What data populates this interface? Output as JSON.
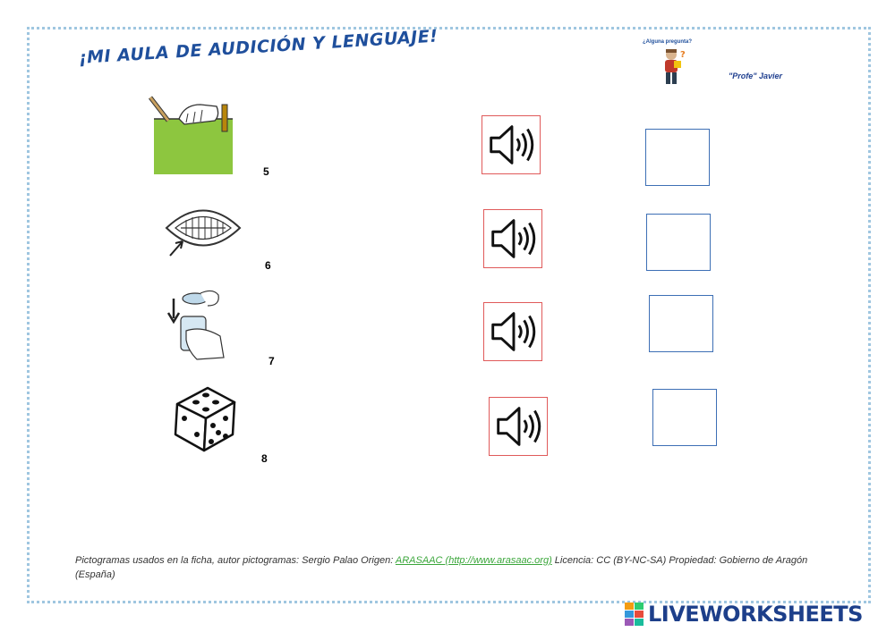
{
  "title": "¡MI AULA DE AUDICIÓN Y LENGUAJE!",
  "header": {
    "bubble_text": "¿Alguna pregunta?",
    "author": "\"Profe\" Javier"
  },
  "items": [
    {
      "number": "5",
      "pictogram": "clip-hands-icon"
    },
    {
      "number": "6",
      "pictogram": "teeth-mouth-icon"
    },
    {
      "number": "7",
      "pictogram": "open-jar-icon"
    },
    {
      "number": "8",
      "pictogram": "dice-icon"
    }
  ],
  "footer": {
    "prefix": "Pictogramas usados en la ficha, autor pictogramas: Sergio Palao Origen: ",
    "link": "ARASAAC (http://www.arasaac.org)",
    "suffix": " Licencia: CC (BY-NC-SA) Propiedad: Gobierno de Aragón (España)"
  },
  "brand": {
    "name": "LIVEWORKSHEETS"
  },
  "colors": {
    "accent_blue": "#1f4f9c",
    "speaker_border": "#e05a5a",
    "answer_border": "#3d6fb5",
    "link_green": "#3aa63a",
    "picto_green": "#8dc63f"
  }
}
